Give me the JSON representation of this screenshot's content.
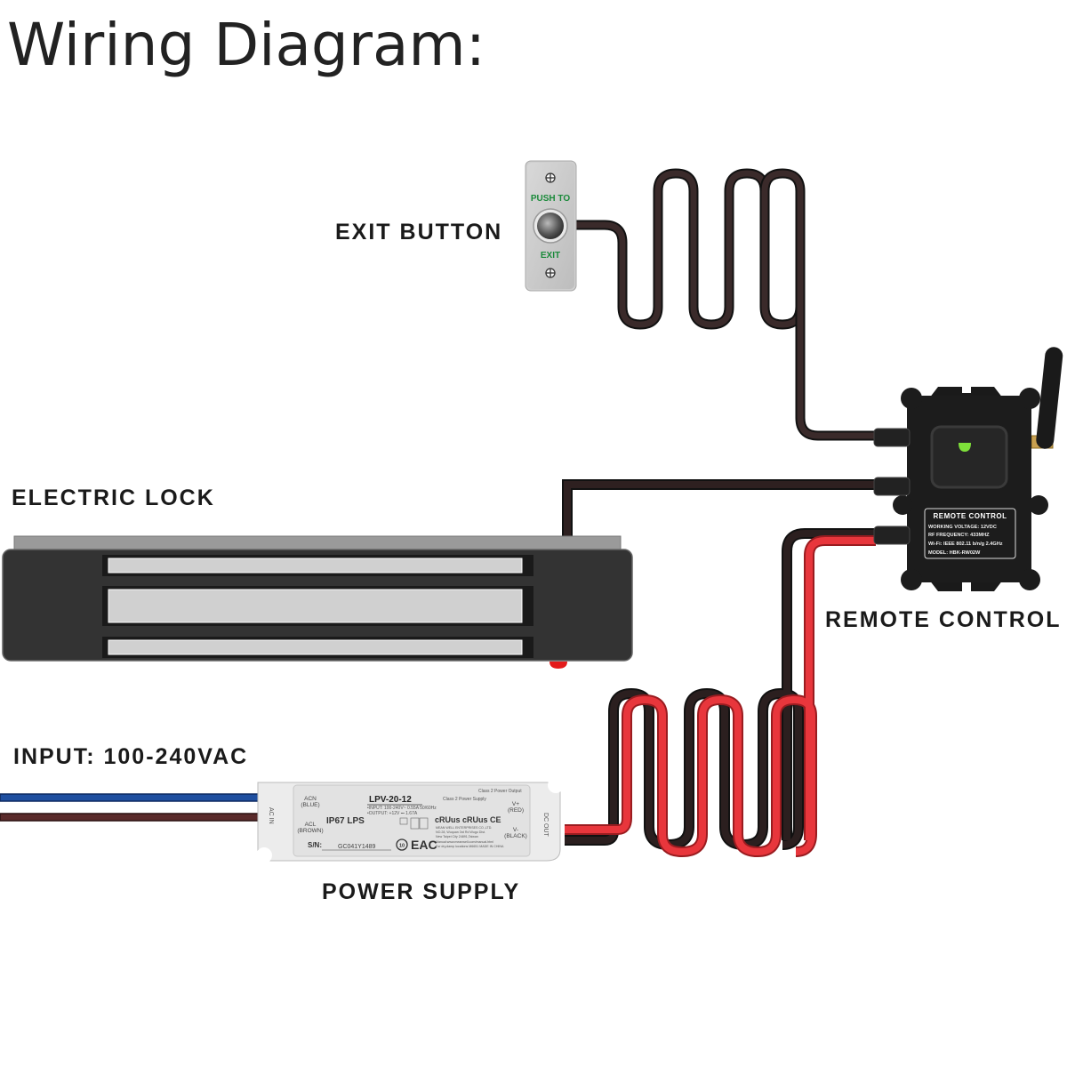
{
  "title": "Wiring Diagram:",
  "labels": {
    "exit_button": "EXIT BUTTON",
    "electric_lock": "ELECTRIC LOCK",
    "remote_control": "REMOTE CONTROL",
    "input": "INPUT: 100-240VAC",
    "power_supply": "POWER SUPPLY"
  },
  "exit_button_device": {
    "top_text": "PUSH TO",
    "bottom_text": "EXIT"
  },
  "remote_control_device": {
    "plate_title": "REMOTE CONTROL",
    "spec_lines": [
      "WORKING VOLTAGE: 12VDC",
      "RF FREQUENCY: 433MHZ",
      "Wi-Fi: IEEE 802.11 b/n/g 2.4GHz",
      "MODEL: HBK-RW02W"
    ],
    "led_color": "#7ee03a"
  },
  "power_supply_device": {
    "model": "LPV-20-12",
    "class_output": "Class 2 Power Output",
    "class_supply": "Class 2 Power Supply",
    "input_spec": "•INPUT: 100-240V~ 0.55A   50/60Hz",
    "output_spec": "•OUTPUT: +12V ⎓ 1.67A",
    "type": "IP67 LPS",
    "ac_in": "AC IN",
    "dc_out": "DC OUT",
    "acn": "ACN",
    "acn_color": "(BLUE)",
    "acl": "ACL",
    "acl_color": "(BROWN)",
    "vplus": "V+",
    "vplus_color": "(RED)",
    "vminus": "V-",
    "vminus_color": "(BLACK)",
    "sn_label": "S/N:",
    "sn_value": "GC041Y1489",
    "manufacturer": "MEAN WELL ENTERPRISES CO.,LTD.",
    "address": "NO.28, Wuquan 3rd Rd Wugu Dist.",
    "city": "New Taipei City 24891,Taiwan",
    "manual": "Manual:www.meanwell.com/manual.html",
    "usage": "For dry,damp locations   M6651   MADE IN CHINA",
    "marks": "cRUus  cRUus  CE",
    "eac": "EAC",
    "rating": "10"
  },
  "colors": {
    "wire_black": "#2b1f1f",
    "wire_red": "#e8363c",
    "wire_blue": "#1f4fa0",
    "wire_brown": "#5a2a2a",
    "device_black": "#1c1c1c",
    "lock_body": "#333333",
    "lock_plate": "#d0d0d0",
    "button_plate": "#c8c8c8",
    "button_text_green": "#1a8a3a"
  }
}
